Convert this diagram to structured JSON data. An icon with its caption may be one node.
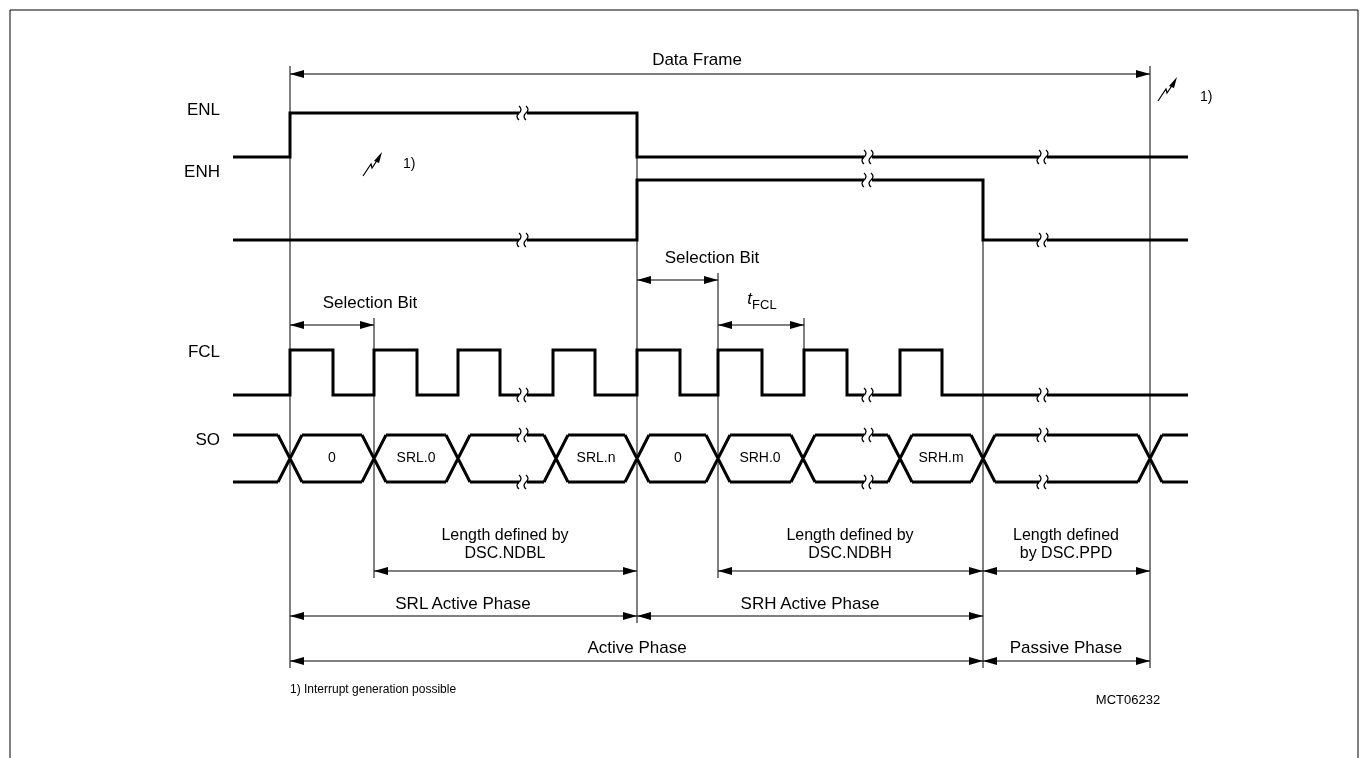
{
  "diagram": {
    "labels": [
      "Data Frame",
      "1)",
      "ENL",
      "1)",
      "ENH",
      "Selection Bit",
      "Selection Bit",
      "*t*$_{FCL}$",
      "FCL",
      "SO",
      "0",
      "SRL.0",
      "SRL.n",
      "0",
      "SRH.0",
      "SRH.m",
      "Length defined by DSC.NDBL",
      "Length defined by DSC.NDBH",
      "Length defined by DSC.PPD",
      "SRL Active Phase",
      "SRH Active Phase",
      "Active Phase",
      "Passive Phase",
      "1) Interrupt generation possible",
      "MCT06232"
    ]
  }
}
